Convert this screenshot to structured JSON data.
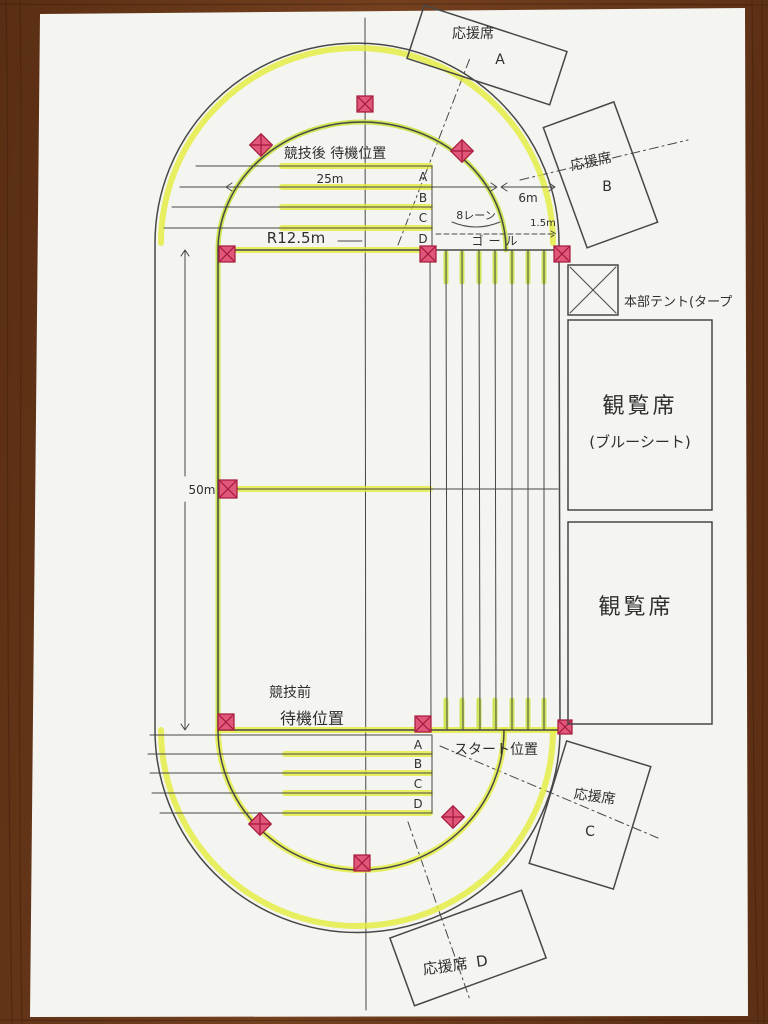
{
  "colors": {
    "wood": "#6b3a1b",
    "wood_dark": "#4a2410",
    "paper": "#f4f4f1",
    "pencil": "#474747",
    "highlighter": "#e3ee3c",
    "highlighter_green": "#c8e23a",
    "marker_fill": "#e0577a",
    "marker_stroke": "#a3173a"
  },
  "cheer_seats": {
    "label": "応援席",
    "a": "A",
    "b": "B",
    "c": "C",
    "d": "D"
  },
  "hq_tent": {
    "label": "本部テント(タープ"
  },
  "viewing_seats_1": {
    "label": "観覧席",
    "note": "(ブルーシート)"
  },
  "viewing_seats_2": {
    "label": "観覧席"
  },
  "waiting_after": {
    "label": "競技後 待機位置",
    "lanes": [
      "A",
      "B",
      "C",
      "D"
    ]
  },
  "waiting_before": {
    "line1": "競技前",
    "line2": "待機位置",
    "lanes": [
      "A",
      "B",
      "C",
      "D"
    ]
  },
  "dimensions": {
    "straight_width": "25m",
    "lane_width": "6m",
    "lane_count": "8レーン",
    "lane_spacing": "1.5m",
    "radius": "R12.5m",
    "straight_length": "50m"
  },
  "goal": "ゴール",
  "start": "スタート位置"
}
